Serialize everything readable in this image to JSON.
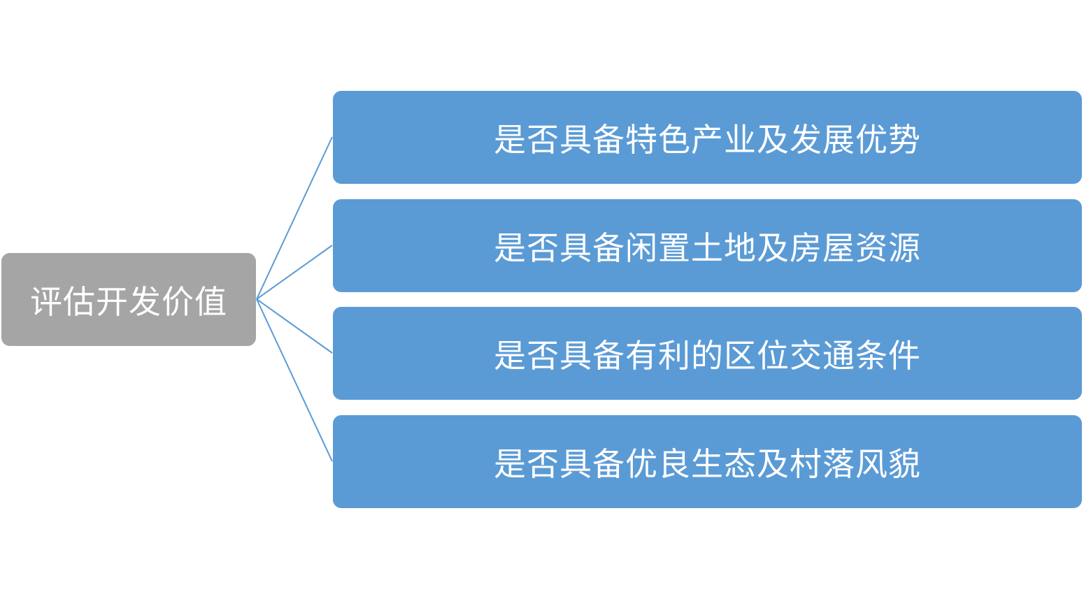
{
  "diagram": {
    "type": "hierarchy",
    "root": {
      "label": "评估开发价值",
      "color": "#a5a5a5"
    },
    "children": [
      {
        "label": "是否具备特色产业及发展优势"
      },
      {
        "label": "是否具备闲置土地及房屋资源"
      },
      {
        "label": "是否具备有利的区位交通条件"
      },
      {
        "label": "是否具备优良生态及村落风貌"
      }
    ],
    "child_color": "#5b9bd5",
    "connector_color": "#5b9bd5",
    "text_color": "#ffffff"
  }
}
